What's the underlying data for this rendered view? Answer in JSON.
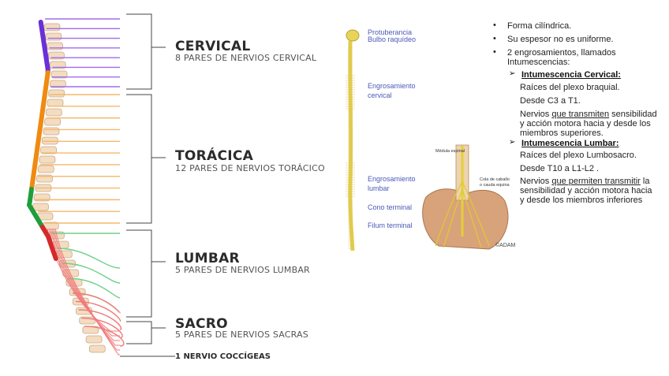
{
  "regions": [
    {
      "title": "CERVICAL",
      "subtitle": "8 PARES DE NERVIOS CERVICAL"
    },
    {
      "title": "TORÁCICA",
      "subtitle": "12 PARES DE NERVIOS TORÁCICO"
    },
    {
      "title": "LUMBAR",
      "subtitle": "5 PARES DE NERVIOS LUMBAR"
    },
    {
      "title": "SACRO",
      "subtitle": "5 PARES DE NERVIOS SACRAS"
    }
  ],
  "coccygeal": "1 NERVIO COCCÍGEAS",
  "cord_labels": {
    "protuberancia": "Protuberancia",
    "bulbo": "Bulbo raquídeo",
    "engro_cerv_1": "Engrosamiento",
    "engro_cerv_2": "cervical",
    "engro_lumb_1": "Engrosamiento",
    "engro_lumb_2": "lumbar",
    "cono": "Cono terminal",
    "filum": "Filum terminal"
  },
  "pelvis_labels": {
    "medula": "Médula espinal",
    "cola_1": "Cola de caballo",
    "cola_2": "o cauda equina"
  },
  "watermark": "©ADAM",
  "bullets": [
    "Forma cilíndrica.",
    "Su espesor no es uniforme.",
    "2 engrosamientos, llamados",
    "Intumescencias:"
  ],
  "cervical_section": {
    "header": "Intumescencia Cervical:",
    "line1": "Raíces del plexo braquial.",
    "line2": "Desde C3 a T1.",
    "line3_a": "Nervios ",
    "line3_u": "que transmiten",
    "line3_b": " sensibilidad",
    "line4": "y acción motora hacia y desde los",
    "line5": "miembros superiores."
  },
  "lumbar_section": {
    "header": "Intumescencia Lumbar:",
    "line1": "Raíces del plexo Lumbosacro.",
    "line2": "Desde T10 a L1-L2 .",
    "line3_a": "Nervios ",
    "line3_u": "que permiten transmitir",
    "line3_b": " la",
    "line4": "sensibilidad y acción motora hacia",
    "line5": "y desde los miembros inferiores"
  },
  "colors": {
    "cervical": "#a06cf0",
    "cervical_cord": "#6a2fd8",
    "thoracic": "#f5b86a",
    "thoracic_cord": "#f08a10",
    "lumbar": "#6fd08a",
    "lumbar_cord": "#1f9e3a",
    "sacral": "#f07a7a",
    "sacral_cord": "#d42a2a",
    "bone": "#f3dcc0",
    "bone_edge": "#c9a987",
    "cord_yellow": "#e6cf48",
    "bracket": "#444444"
  }
}
